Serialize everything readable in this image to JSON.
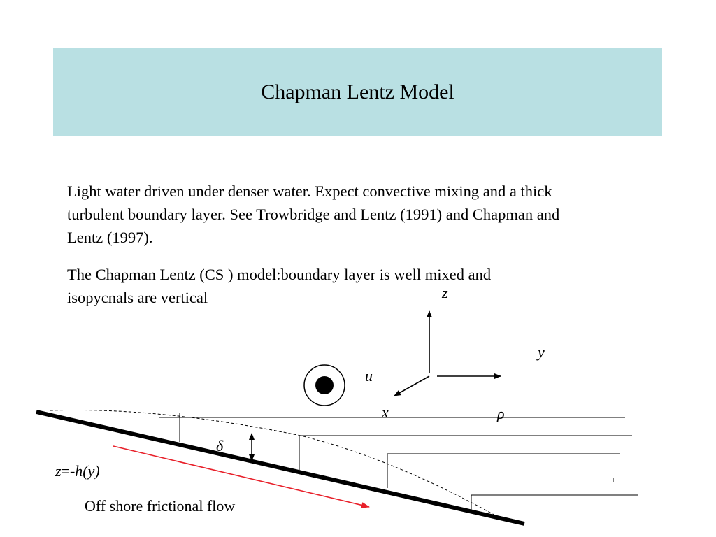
{
  "slide": {
    "title": "Chapman Lentz Model",
    "paragraph1": "Light water driven under denser water. Expect convective mixing and a thick turbulent boundary layer. See Trowbridge and Lentz (1991) and Chapman and Lentz (1997).",
    "paragraph2": "The Chapman Lentz (CS ) model:boundary layer is well mixed and isopycnals are vertical"
  },
  "diagram": {
    "axis_z": "z",
    "axis_y": "y",
    "axis_x": "x",
    "velocity_label": "u",
    "density_label": "ρ",
    "delta_label": "δ",
    "bottom_eq_z": "z",
    "bottom_eq_rest": "=-",
    "bottom_eq_h": "h(y)",
    "flow_caption": "Off shore frictional flow",
    "colors": {
      "flow_arrow": "#e8202a",
      "title_bg": "#b9e0e3"
    }
  }
}
